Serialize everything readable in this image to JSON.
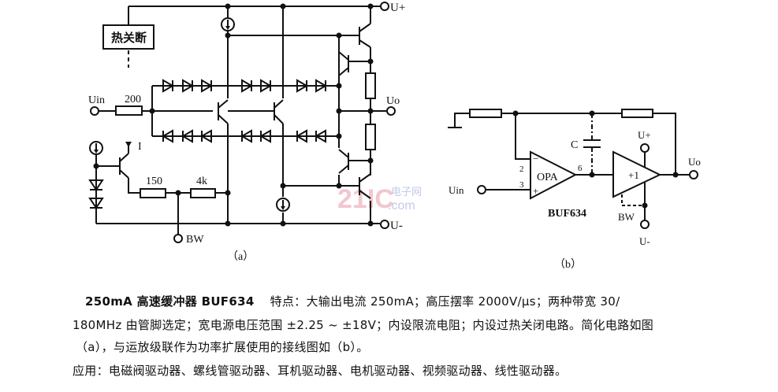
{
  "circuit_a": {
    "thermal_shutdown": "热关断",
    "uplus": "U+",
    "uminus": "U-",
    "uin": "Uin",
    "uo": "Uo",
    "r_in": "200",
    "r_150": "150",
    "r_4k": "4k",
    "current_label": "I",
    "bw": "BW",
    "caption": "（a）"
  },
  "circuit_b": {
    "c": "C",
    "pin2": "2",
    "pin3": "3",
    "pin6": "6",
    "opa": "OPA",
    "buffer_gain": "+1",
    "uplus": "U+",
    "uminus": "U-",
    "uin": "Uin",
    "uo": "Uo",
    "bw": "BW",
    "part": "BUF634",
    "caption": "（b）",
    "minus": "−",
    "plus": "+"
  },
  "watermark": {
    "brand": "21IC",
    "site": "电子网",
    "domain": ".com"
  },
  "description": {
    "title": "250mA 高速缓冲器 BUF634",
    "line1": "特点：大输出电流  250mA；高压摆率   2000V/μs；两种带宽 30/",
    "line2": "180MHz 由管脚选定；宽电源电压范围  ±2.25 ~ ±18V；内设限流电阻；内设过热关闭电路。简化电路如图",
    "line3": "（a），与运放级联作为功率扩展使用的接线图如（b）。",
    "line4": "应用：电磁阀驱动器、螺线管驱动器、耳机驱动器、电机驱动器、视频驱动器、线性驱动器。"
  }
}
